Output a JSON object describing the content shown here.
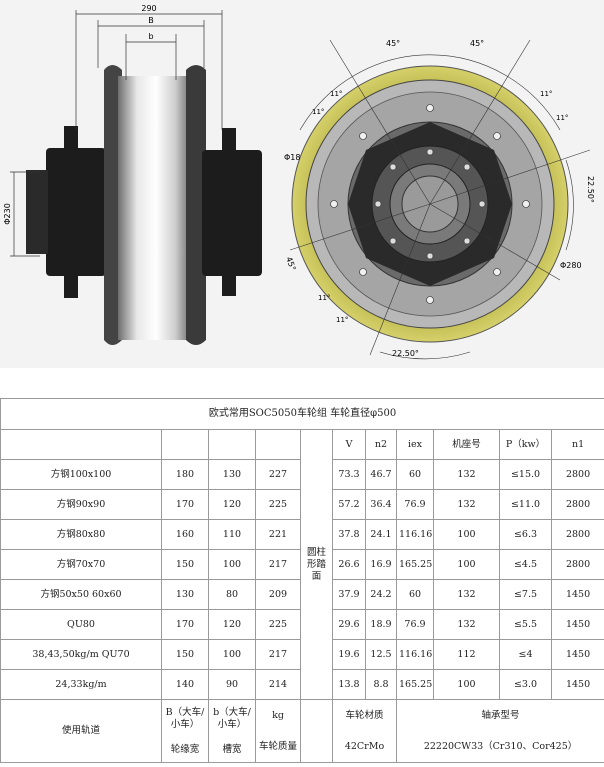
{
  "drawing": {
    "dimensions": {
      "width_total": "290",
      "width_B": "B",
      "width_b": "b",
      "diameter_bore": "Φ230",
      "hole_diameter": "Φ18",
      "bolt_circle": "Φ280",
      "angle_45_left": "45°",
      "angle_45_right": "45°",
      "angle_45_side": "45°",
      "angle_11_a": "11°",
      "angle_11_b": "11°",
      "angle_11_c": "11°",
      "angle_11_d": "11°",
      "angle_11_e": "11°",
      "angle_11_f": "11°",
      "angle_22_right": "22.50°",
      "angle_22_bottom": "22.50°"
    },
    "colors": {
      "tread": "#c9c35a",
      "body": "#1f1f1f",
      "wheel": "#c8c8c8"
    }
  },
  "table": {
    "title": "欧式常用SOC5050车轮组     车轮直径φ500",
    "headers": {
      "V": "V",
      "n2": "n2",
      "iex": "iex",
      "frame": "机座号",
      "power": "P（kw）",
      "n1": "n1"
    },
    "profile_label": "圆柱形踏面",
    "rows": [
      {
        "rail": "方钢100x100",
        "B": "180",
        "b": "130",
        "kg": "227",
        "V": "73.3",
        "n2": "46.7",
        "iex": "60",
        "frame": "132",
        "P": "≤15.0",
        "n1": "2800"
      },
      {
        "rail": "方钢90x90",
        "B": "170",
        "b": "120",
        "kg": "225",
        "V": "57.2",
        "n2": "36.4",
        "iex": "76.9",
        "frame": "132",
        "P": "≤11.0",
        "n1": "2800"
      },
      {
        "rail": "方钢80x80",
        "B": "160",
        "b": "110",
        "kg": "221",
        "V": "37.8",
        "n2": "24.1",
        "iex": "116.16",
        "frame": "100",
        "P": "≤6.3",
        "n1": "2800"
      },
      {
        "rail": "方钢70x70",
        "B": "150",
        "b": "100",
        "kg": "217",
        "V": "26.6",
        "n2": "16.9",
        "iex": "165.25",
        "frame": "100",
        "P": "≤4.5",
        "n1": "2800"
      },
      {
        "rail": "方钢50x50   60x60",
        "B": "130",
        "b": "80",
        "kg": "209",
        "V": "37.9",
        "n2": "24.2",
        "iex": "60",
        "frame": "132",
        "P": "≤7.5",
        "n1": "1450"
      },
      {
        "rail": "QU80",
        "B": "170",
        "b": "120",
        "kg": "225",
        "V": "29.6",
        "n2": "18.9",
        "iex": "76.9",
        "frame": "132",
        "P": "≤5.5",
        "n1": "1450"
      },
      {
        "rail": "38,43,50kg/m   QU70",
        "B": "150",
        "b": "100",
        "kg": "217",
        "V": "19.6",
        "n2": "12.5",
        "iex": "116.16",
        "frame": "112",
        "P": "≤4",
        "n1": "1450"
      },
      {
        "rail": "24,33kg/m",
        "B": "140",
        "b": "90",
        "kg": "214",
        "V": "13.8",
        "n2": "8.8",
        "iex": "165.25",
        "frame": "100",
        "P": "≤3.0",
        "n1": "1450"
      }
    ],
    "footer": {
      "rail_label": "使用轨道",
      "B_label": "B（大车/小车）",
      "B_sub": "轮缘宽",
      "b_label": "b（大车/小车）",
      "b_sub": "槽宽",
      "kg_label": "kg",
      "kg_sub": "车轮质量",
      "material_label": "车轮材质",
      "material_value": "42CrMo",
      "bearing_label": "轴承型号",
      "bearing_value": "22220CW33（Cr310、Cor425）"
    }
  }
}
